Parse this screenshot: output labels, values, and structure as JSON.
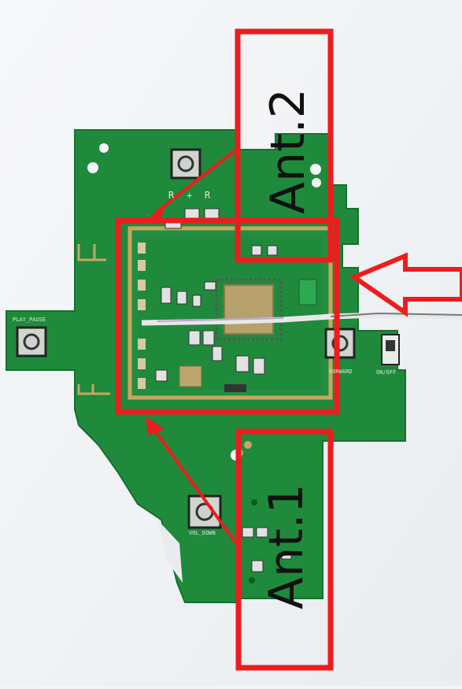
{
  "labels": {
    "antenna_2": "Ant.2",
    "antenna_1": "Ant.1",
    "silk_play_pause": "PLAY_PAUSE",
    "silk_forward": "FORWARD",
    "silk_on_off": "ON/OFF",
    "silk_vol_down": "VOL_DOWN",
    "silk_r1": "R",
    "silk_plus": "+",
    "silk_r2": "R"
  },
  "colors": {
    "pcb_green": "#1f8a3c",
    "pcb_dark": "#137030",
    "gold": "#c9a560",
    "annotation_red": "#ee1c1c",
    "cable": "#e8e8e8"
  }
}
